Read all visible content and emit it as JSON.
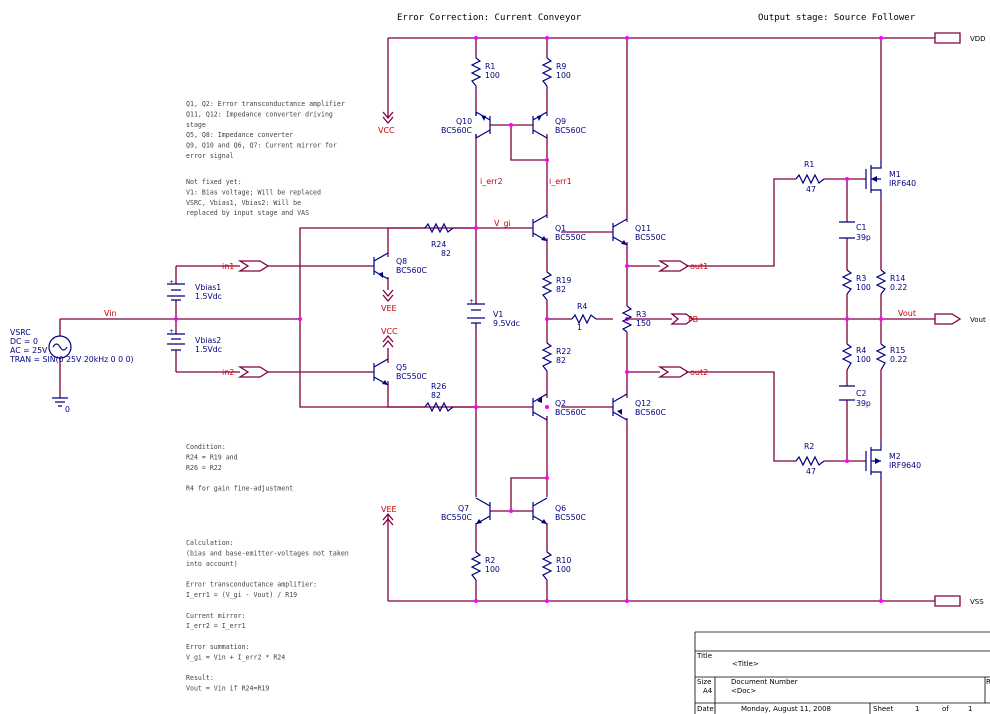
{
  "header": {
    "title_left": "Error Correction: Current Conveyor",
    "title_right": "Output stage: Source Follower"
  },
  "rails": {
    "vdd": "VDD",
    "vss": "VSS",
    "vcc": "VCC",
    "vee": "VEE",
    "vout_port": "Vout",
    "ground": "0"
  },
  "nets": {
    "vin": "Vin",
    "in1": "in1",
    "in2": "in2",
    "i_err1": "i_err1",
    "i_err2": "i_err2",
    "v_gi": "V_gi",
    "out1": "out1",
    "out2": "out2",
    "fb": "FB",
    "vout": "Vout"
  },
  "source": {
    "name": "VSRC",
    "dc": "DC = 0",
    "ac": "AC = 25V",
    "tran": "TRAN = SIN(0 25V 20kHz 0 0 0)"
  },
  "sources": {
    "vbias1": {
      "ref": "Vbias1",
      "value": "1.5Vdc"
    },
    "vbias2": {
      "ref": "Vbias2",
      "value": "1.5Vdc"
    },
    "v1": {
      "ref": "V1",
      "value": "9.5Vdc"
    }
  },
  "transistors": {
    "q1": {
      "ref": "Q1",
      "part": "BC550C"
    },
    "q2": {
      "ref": "Q2",
      "part": "BC560C"
    },
    "q5": {
      "ref": "Q5",
      "part": "BC550C"
    },
    "q6": {
      "ref": "Q6",
      "part": "BC550C"
    },
    "q7": {
      "ref": "Q7",
      "part": "BC550C"
    },
    "q8": {
      "ref": "Q8",
      "part": "BC560C"
    },
    "q9": {
      "ref": "Q9",
      "part": "BC560C"
    },
    "q10": {
      "ref": "Q10",
      "part": "BC560C"
    },
    "q11": {
      "ref": "Q11",
      "part": "BC550C"
    },
    "q12": {
      "ref": "Q12",
      "part": "BC560C"
    },
    "m1": {
      "ref": "M1",
      "part": "IRF640"
    },
    "m2": {
      "ref": "M2",
      "part": "IRF9640"
    }
  },
  "resistors": {
    "r1_top": {
      "ref": "R1",
      "value": "100"
    },
    "r9": {
      "ref": "R9",
      "value": "100"
    },
    "r24": {
      "ref": "R24",
      "value": "82"
    },
    "r26": {
      "ref": "R26",
      "value": "82"
    },
    "r19": {
      "ref": "R19",
      "value": "82"
    },
    "r22": {
      "ref": "R22",
      "value": "82"
    },
    "r4_fb": {
      "ref": "R4",
      "value": "1"
    },
    "r3_fb": {
      "ref": "R3",
      "value": "150"
    },
    "r2_bot": {
      "ref": "R2",
      "value": "100"
    },
    "r10": {
      "ref": "R10",
      "value": "100"
    },
    "r1_gate": {
      "ref": "R1",
      "value": "47"
    },
    "r2_gate": {
      "ref": "R2",
      "value": "47"
    },
    "r3_out": {
      "ref": "R3",
      "value": "100"
    },
    "r4_out": {
      "ref": "R4",
      "value": "100"
    },
    "r14": {
      "ref": "R14",
      "value": "0.22"
    },
    "r15": {
      "ref": "R15",
      "value": "0.22"
    }
  },
  "capacitors": {
    "c1": {
      "ref": "C1",
      "value": "39p"
    },
    "c2": {
      "ref": "C2",
      "value": "39p"
    }
  },
  "notes": {
    "block1": [
      "Q1, Q2: Error transconductance amplifier",
      "Q11, Q12: Impedance converter driving",
      "stage",
      "Q5, Q8: Impedance converter",
      "Q9, Q10 and Q6, Q7: Current mirror for",
      "error signal"
    ],
    "block2": [
      "Not fixed yet:",
      "V1: Bias voltage; Will be replaced",
      "VSRC, Vbias1, Vbias2: Will be",
      "replaced by input stage and VAS"
    ],
    "block3": [
      "Condition:",
      "R24 = R19 and",
      "R26 = R22",
      "",
      "R4 for gain fine-adjustment"
    ],
    "block4": [
      "Calculation:",
      "(bias and base-emitter-voltages not taken",
      "into account)",
      "",
      "Error transconductance amplifier:",
      "I_err1 = (V_gi - Vout) / R19",
      "",
      "Current mirror:",
      "I_err2 = I_err1",
      "",
      "Error summation:",
      "V_gi = Vin + I_err2 * R24",
      "",
      "Result:",
      "Vout = Vin if R24=R19"
    ]
  },
  "title_block": {
    "title_label": "Title",
    "title_value": "<Title>",
    "size_label": "Size",
    "size_value": "A4",
    "docnum_label": "Document Number",
    "docnum_value": "<Doc>",
    "rev_label": "R",
    "date_label": "Date:",
    "date_value": "Monday, August 11, 2008",
    "sheet_label": "Sheet",
    "sheet_value": "1",
    "of_label": "of",
    "of_value": "1"
  }
}
